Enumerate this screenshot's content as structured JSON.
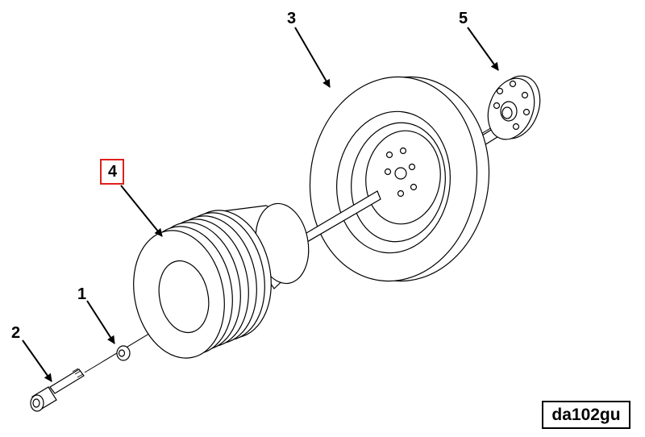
{
  "callouts": [
    {
      "id": "1",
      "text": "1"
    },
    {
      "id": "2",
      "text": "2"
    },
    {
      "id": "3",
      "text": "3"
    },
    {
      "id": "4",
      "text": "4"
    },
    {
      "id": "5",
      "text": "5"
    }
  ],
  "figure_code": "da102gu",
  "colors": {
    "line": "#000000",
    "highlight": "#e0201b",
    "fill": "#ffffff"
  }
}
